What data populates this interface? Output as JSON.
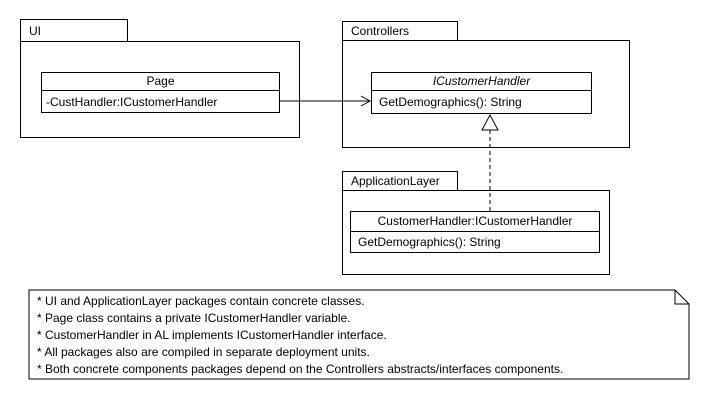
{
  "packages": {
    "ui": {
      "label": "UI"
    },
    "controllers": {
      "label": "Controllers"
    },
    "application_layer": {
      "label": "ApplicationLayer"
    }
  },
  "classes": {
    "page": {
      "name": "Page",
      "attribute": "-CustHandler:ICustomerHandler"
    },
    "icustomer_handler": {
      "name": "ICustomerHandler",
      "stereotype": "interface",
      "method": "GetDemographics(): String"
    },
    "customer_handler": {
      "name": "CustomerHandler:ICustomerHandler",
      "method": "GetDemographics(): String"
    }
  },
  "relations": {
    "association": "Page -> ICustomerHandler",
    "realization": "CustomerHandler:ICustomerHandler ..|> ICustomerHandler"
  },
  "note": {
    "lines": [
      "* UI and ApplicationLayer packages contain concrete classes.",
      "* Page class contains a private ICustomerHandler variable.",
      "* CustomerHandler in AL implements ICustomerHandler interface.",
      "* All packages also are compiled in separate deployment units.",
      "* Both concrete components packages depend on the Controllers abstracts/interfaces components."
    ]
  },
  "colors": {
    "line": "#000000",
    "background": "#ffffff"
  }
}
